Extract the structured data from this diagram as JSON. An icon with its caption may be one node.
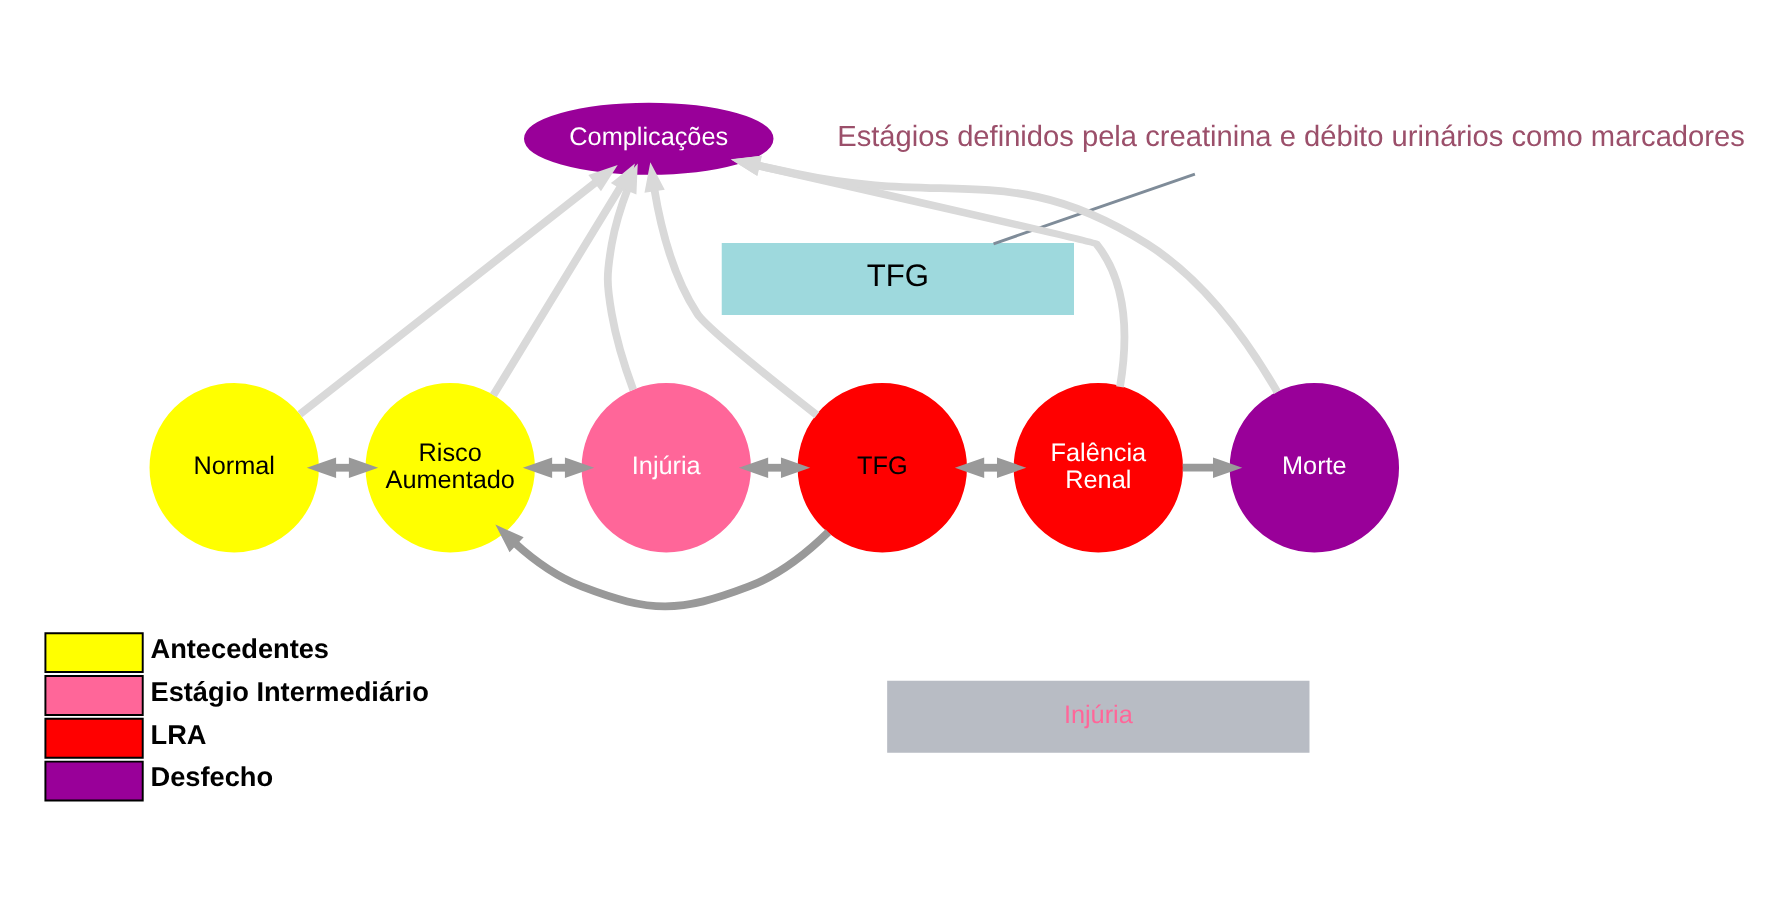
{
  "diagram": {
    "nodes": [
      {
        "text": [
          "Estágios definidos pela creatinina e débito urinários como marcadores"
        ]
      },
      {
        "text": [
          "Complicações"
        ]
      },
      {
        "text": [
          "TFG"
        ]
      },
      {
        "text": [
          "Normal"
        ]
      },
      {
        "text": [
          "Risco Aumentado"
        ]
      },
      {
        "text": [
          "Injúria"
        ]
      },
      {
        "text": [
          "TFG"
        ]
      },
      {
        "text": [
          "Falência Renal"
        ]
      },
      {
        "text": [
          "Morte"
        ]
      },
      {
        "text": [
          "Injúria"
        ]
      }
    ],
    "edges": [
      {
        "from": 0,
        "to": 2,
        "arrow": "none",
        "color": "#7f8c99"
      },
      {
        "from": 3,
        "to": 1,
        "arrow": "to",
        "color": "#d9d9d9"
      },
      {
        "from": 4,
        "to": 1,
        "arrow": "to",
        "color": "#d9d9d9"
      },
      {
        "from": 5,
        "to": 1,
        "arrow": "to",
        "color": "#d9d9d9"
      },
      {
        "from": 6,
        "to": 1,
        "arrow": "to",
        "color": "#d9d9d9"
      },
      {
        "from": 7,
        "to": 1,
        "arrow": "to",
        "color": "#d9d9d9"
      },
      {
        "from": 8,
        "to": 1,
        "arrow": "to",
        "color": "#d9d9d9"
      },
      {
        "from": 3,
        "to": 4,
        "arrow": "both"
      },
      {
        "from": 4,
        "to": 5,
        "arrow": "both"
      },
      {
        "from": 5,
        "to": 6,
        "arrow": "both"
      },
      {
        "from": 6,
        "to": 7,
        "arrow": "both"
      },
      {
        "from": 7,
        "to": 8,
        "arrow": "to"
      },
      {
        "from": 6,
        "to": 4,
        "arrow": "to"
      }
    ],
    "legend": [
      {
        "text": "Antecedentes",
        "color": "#ffff00"
      },
      {
        "text": "Estágio Intermediário",
        "color": "#ff6699"
      },
      {
        "text": "LRA",
        "color": "#ff0000"
      },
      {
        "text": "Desfecho",
        "color": "#990099"
      }
    ]
  }
}
